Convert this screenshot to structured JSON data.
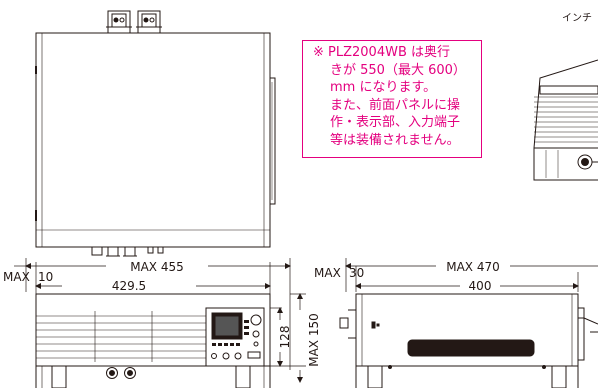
{
  "page_label": "インチ",
  "note": {
    "lines": [
      "※ PLZ2004WB は奥行",
      "きが 550（最大 600）",
      "mm になります。",
      "また、前面パネルに操",
      "作・表示部、入力端子",
      "等は装備されません。"
    ]
  },
  "dimensions": {
    "front_max_width": "MAX 455",
    "front_width": "429.5",
    "front_offset": "10",
    "front_height": "128",
    "front_max_height": "MAX 150",
    "side_max_depth": "MAX 470",
    "side_depth": "400",
    "side_offset": "30",
    "max_prefix": "MAX"
  },
  "colors": {
    "accent": "#e4007f",
    "line": "#231815"
  }
}
